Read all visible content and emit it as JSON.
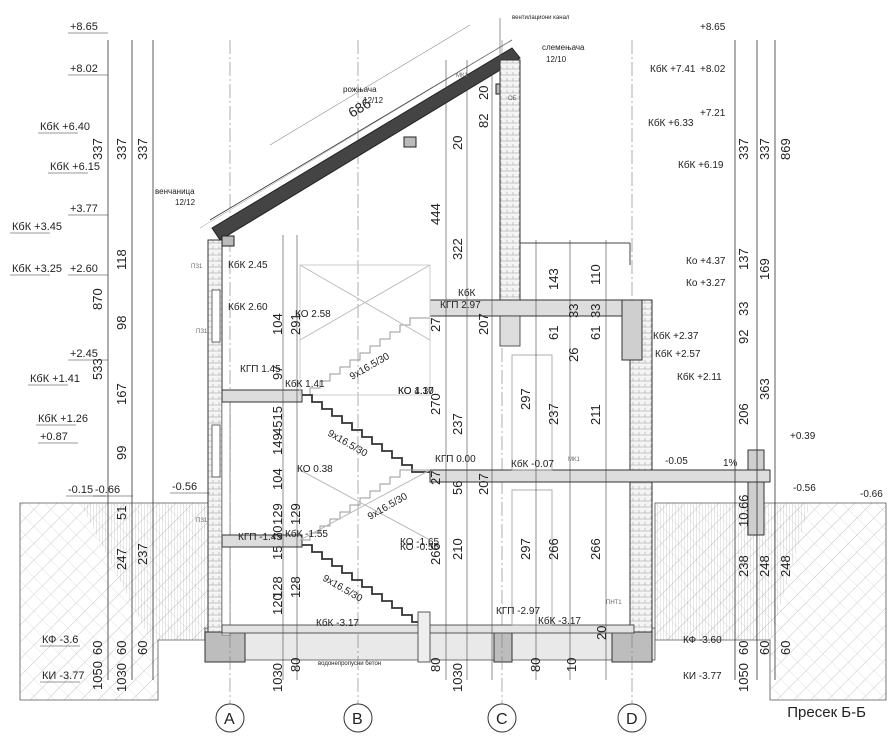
{
  "caption": "Пресек Б-Б",
  "axes": [
    "A",
    "B",
    "C",
    "D"
  ],
  "roof": {
    "rafter_label": "рожњача",
    "rafter_size": "12/12",
    "ridge_label": "слемењача",
    "ridge_size": "12/10",
    "plate_label": "венчаница",
    "plate_size": "12/12",
    "vent_label": "вентилациони канал",
    "length": "686"
  },
  "left_levels": [
    {
      "tag": "",
      "value": "8.65"
    },
    {
      "tag": "",
      "value": "8.02"
    },
    {
      "tag": "КбК",
      "value": "6.40"
    },
    {
      "tag": "КбК",
      "value": "6.15"
    },
    {
      "tag": "",
      "value": "3.77"
    },
    {
      "tag": "КбК",
      "value": "3.45"
    },
    {
      "tag": "КбК",
      "value": "3.25"
    },
    {
      "tag": "",
      "value": "2.60"
    },
    {
      "tag": "",
      "value": "2.45"
    },
    {
      "tag": "КбК",
      "value": "1.41"
    },
    {
      "tag": "КбК",
      "value": "1.26"
    },
    {
      "tag": "",
      "value": "0.87"
    },
    {
      "tag": "",
      "value": "-0.15"
    },
    {
      "tag": "",
      "value": "-0.66"
    },
    {
      "tag": "",
      "value": "-0.56"
    },
    {
      "tag": "КФ",
      "value": "-3.6"
    },
    {
      "tag": "КИ",
      "value": "-3.77"
    }
  ],
  "right_levels": [
    {
      "tag": "",
      "value": "8.65"
    },
    {
      "tag": "КбК",
      "value": "7.41"
    },
    {
      "tag": "",
      "value": "8.02"
    },
    {
      "tag": "",
      "value": "7.21"
    },
    {
      "tag": "КбК",
      "value": "6.33"
    },
    {
      "tag": "КбК",
      "value": "6.19"
    },
    {
      "tag": "Ко",
      "value": "4.37"
    },
    {
      "tag": "Ко",
      "value": "3.27"
    },
    {
      "tag": "КбК",
      "value": "2.37"
    },
    {
      "tag": "КбК",
      "value": "2.57"
    },
    {
      "tag": "КбК",
      "value": "2.11"
    },
    {
      "tag": "",
      "value": "0.39"
    },
    {
      "tag": "",
      "value": "-0.05"
    },
    {
      "tag": "",
      "value": "1%"
    },
    {
      "tag": "",
      "value": "-0.56"
    },
    {
      "tag": "",
      "value": "-0.66"
    },
    {
      "tag": "КФ",
      "value": "-3.60"
    },
    {
      "tag": "КИ",
      "value": "-3.77"
    }
  ],
  "left_dims_outer": [
    "337",
    "870",
    "533",
    "60",
    "1050"
  ],
  "left_dims_mid": [
    "337",
    "118",
    "98",
    "167",
    "99",
    "51",
    "247",
    "60",
    "1030"
  ],
  "left_dims_inner": [
    "337",
    "237",
    "60"
  ],
  "right_dims_a": [
    "337",
    "137",
    "33",
    "92",
    "206",
    "10.66",
    "238",
    "60",
    "1050"
  ],
  "right_dims_b": [
    "337",
    "169",
    "363",
    "248",
    "60"
  ],
  "right_dims_c": [
    "869",
    "248",
    "60"
  ],
  "interior": {
    "stair_a": "9x16.5/30",
    "stair_b": "9x16.5/30",
    "stair_c": "9x16.5/30",
    "stair_d": "9x16.5/30",
    "d444": "444",
    "d322": "322",
    "d237a": "237",
    "d82": "82",
    "d20a": "20",
    "d20b": "20",
    "d143": "143",
    "d110": "110",
    "d33a": "33",
    "d33b": "33",
    "d61a": "61",
    "d61b": "61",
    "d26": "26",
    "d297a": "297",
    "d237b": "237",
    "d211": "211",
    "d297b": "297",
    "d266a": "266",
    "d266b": "266",
    "d210": "210",
    "d207a": "207",
    "d207b": "207",
    "d270": "270",
    "d266c": "266",
    "d45": "4515",
    "d149": "149",
    "d104a": "104",
    "d104b": "104",
    "d291": "291",
    "d97": "97",
    "d129a": "129",
    "d129b": "129",
    "d120": "120",
    "d128a": "128",
    "d128b": "128",
    "d15": "15",
    "d20c": "20",
    "d27a": "27",
    "d27b": "27",
    "d56": "56",
    "d1030a": "1030",
    "d1030b": "1030",
    "d80a": "80",
    "d80b": "80",
    "d80c": "80",
    "d10": "10",
    "d20d": "20"
  },
  "interior_levels": [
    "КбК 2.45",
    "КбК 2.60",
    "КО 2.58",
    "КГП 1.45",
    "КбК 1.41",
    "КО 1.10",
    "КО 0.38",
    "КГП 0.00",
    "КбК -0.07",
    "КО -0.55",
    "КбК -1.55",
    "КГП -1.45",
    "КО -1.65",
    "КбК -3.17",
    "КГП -2.97",
    "КбК -3.17",
    "КГП 2.97",
    "КбК",
    "КО 4.37"
  ],
  "tags": [
    "МК1",
    "МК1",
    "ПНТ1",
    "ПЗ1",
    "ПЗ1",
    "ПЗ1",
    "ОБ"
  ],
  "foundation_label": "водонепропусни бетон"
}
